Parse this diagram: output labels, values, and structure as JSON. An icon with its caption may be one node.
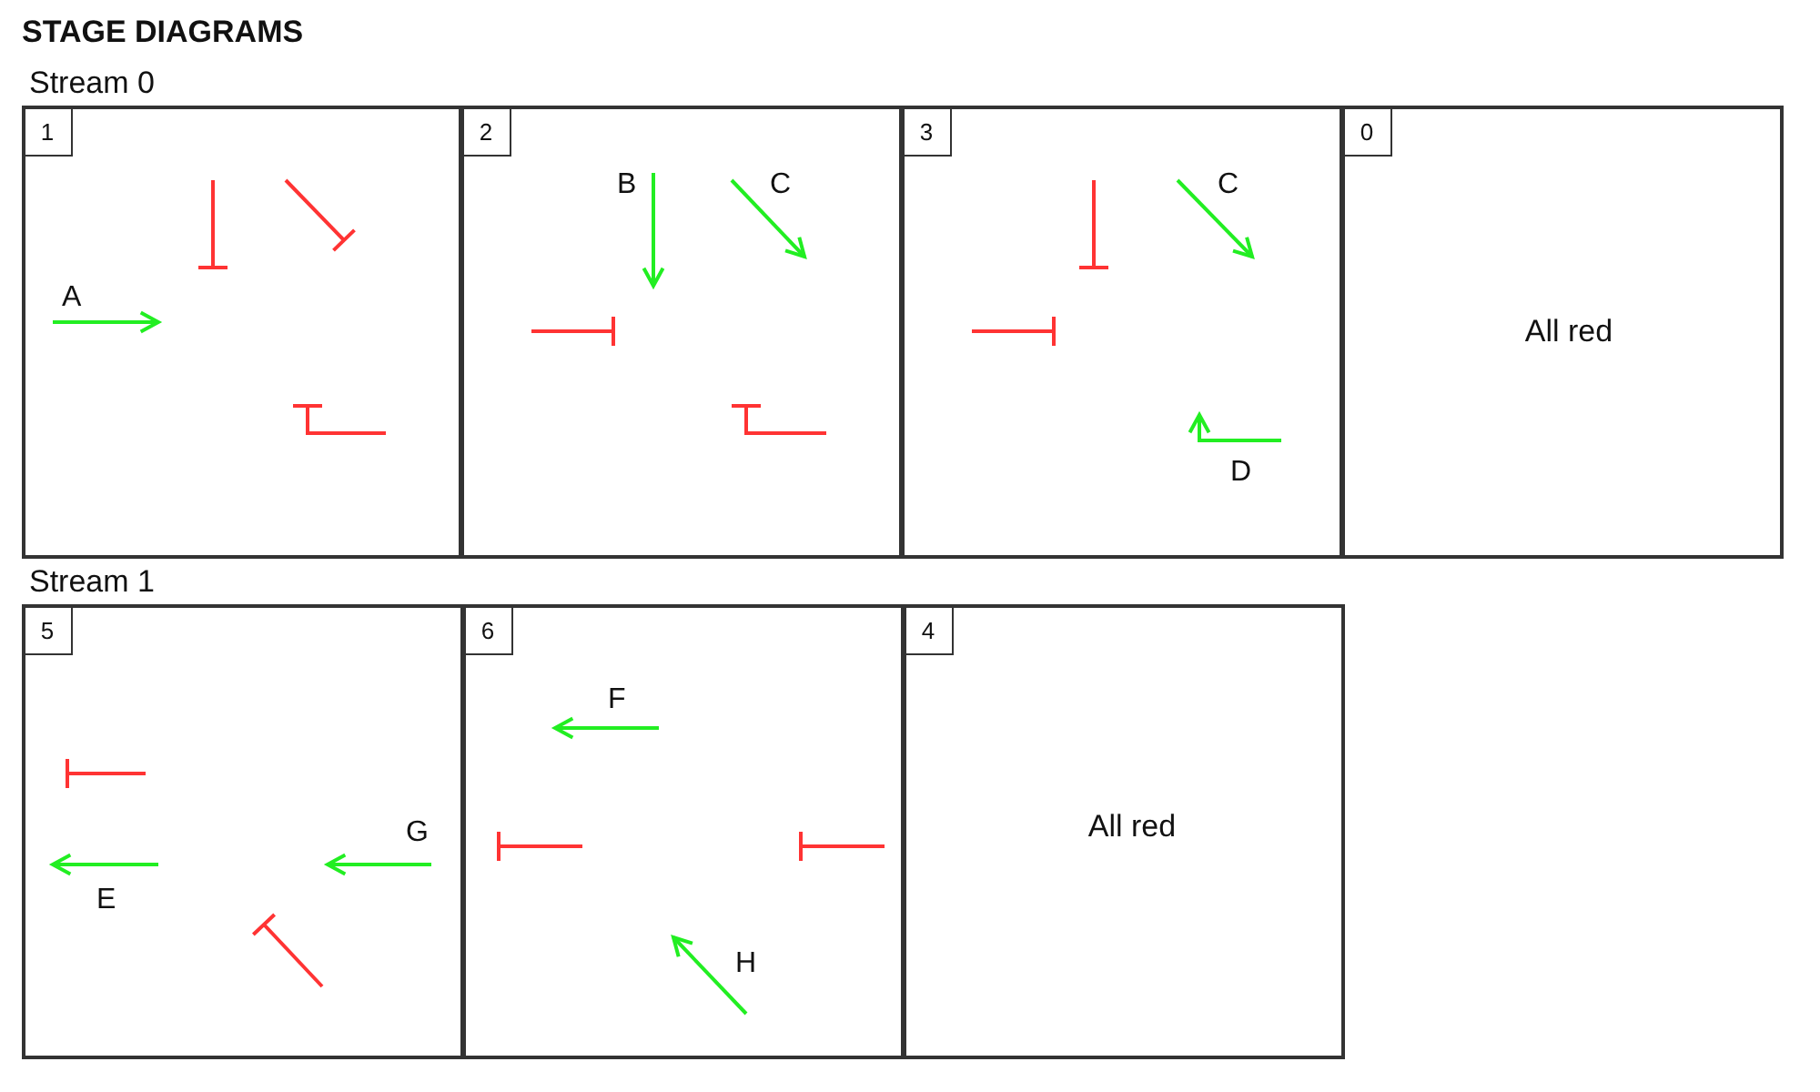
{
  "diagram": {
    "title": "STAGE DIAGRAMS",
    "nodes": [
      {
        "text": [
          "1",
          "A"
        ]
      },
      {
        "text": [
          "2",
          "B",
          "C"
        ]
      },
      {
        "text": [
          "3",
          "C",
          "D"
        ]
      },
      {
        "text": [
          "0",
          "All red"
        ]
      },
      {
        "text": [
          "5",
          "G",
          "E"
        ]
      },
      {
        "text": [
          "6",
          "F",
          "H"
        ]
      },
      {
        "text": [
          "4",
          "All red"
        ]
      }
    ],
    "labels": [
      "Stream 0",
      "Stream 1"
    ]
  }
}
